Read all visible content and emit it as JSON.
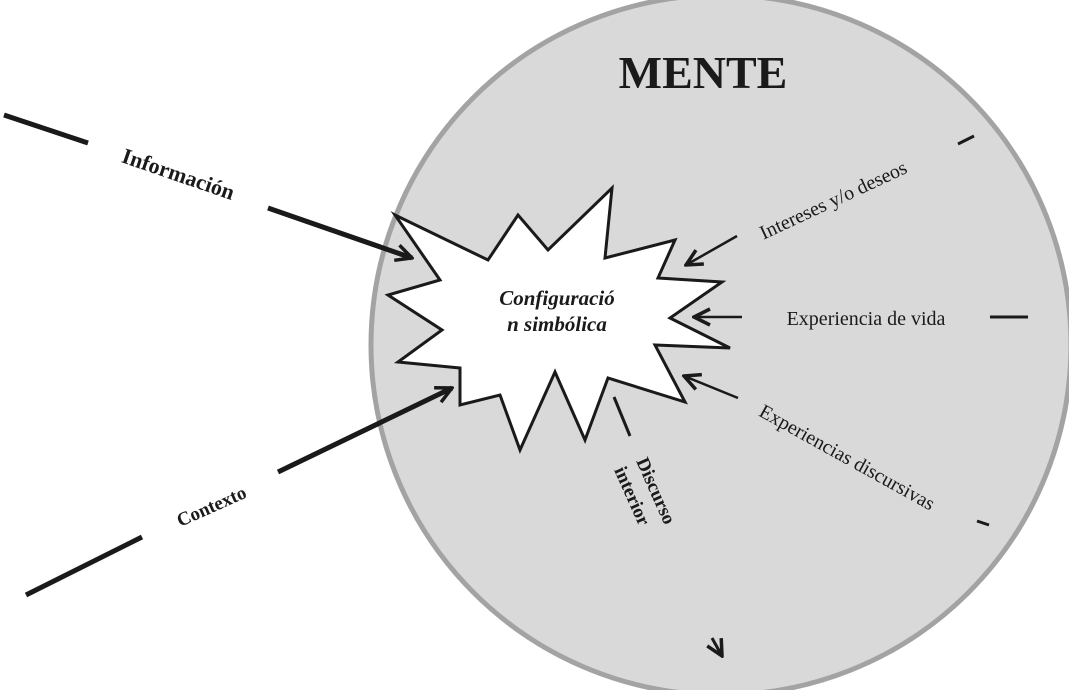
{
  "diagram": {
    "title": "MENTE",
    "center_label_line1": "Configuració",
    "center_label_line2": "n simbólica",
    "inputs": {
      "informacion": "Información",
      "contexto": "Contexto"
    },
    "internal": {
      "intereses": "Intereses y/o deseos",
      "experiencia_vida": "Experiencia de vida",
      "experiencias_discursivas": "Experiencias discursivas",
      "discurso_line1": "Discurso",
      "discurso_line2": "interior"
    },
    "colors": {
      "circle_fill": "#d9d9d9",
      "circle_stroke": "#a3a3a3",
      "ink": "#1a1a1a",
      "burst_fill": "#ffffff"
    }
  }
}
